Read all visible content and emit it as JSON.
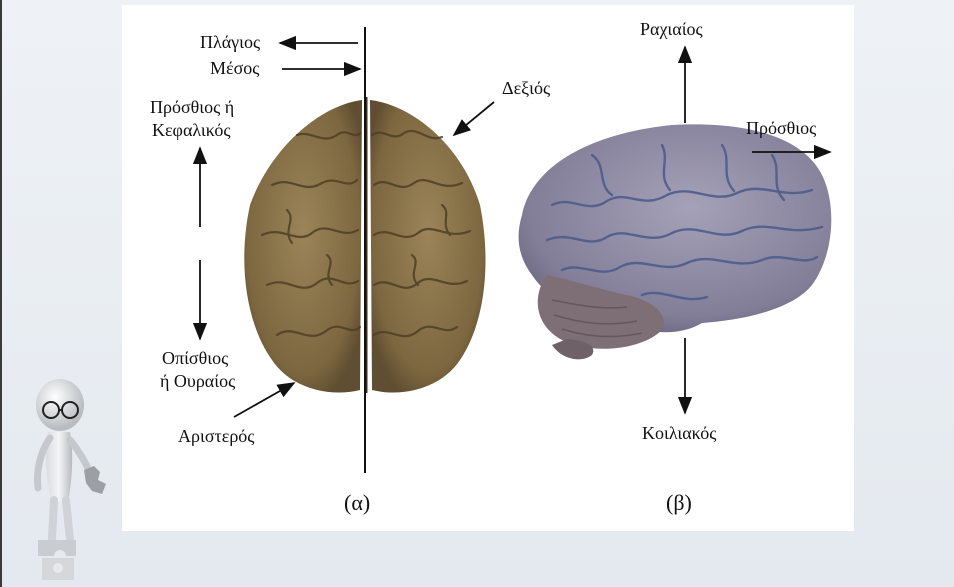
{
  "diagram": {
    "panel_a": {
      "caption": "(α)",
      "lateral": "Πλάγιος",
      "medial": "Μέσος",
      "right": "Δεξιός",
      "anterior_line1": "Πρόσθιος ή",
      "anterior_line2": "Κεφαλικός",
      "posterior_line1": "Οπίσθιος",
      "posterior_line2": "ή Ουραίος",
      "left": "Αριστερός"
    },
    "panel_b": {
      "caption": "(β)",
      "dorsal": "Ραχιαίος",
      "anterior": "Πρόσθιος",
      "ventral": "Κοιλιακός"
    }
  },
  "colors": {
    "brain_top": "#8a7249",
    "brain_side": "#8e8aa6",
    "cerebellum": "#7d6f75",
    "arrow": "#111111"
  }
}
